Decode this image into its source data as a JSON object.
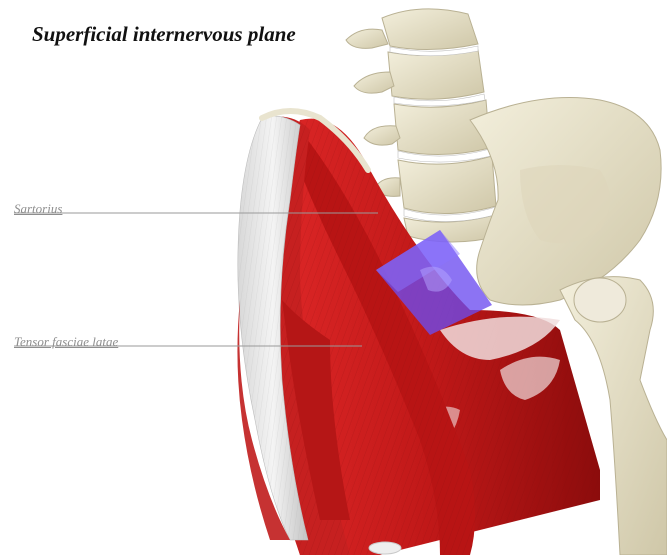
{
  "title": "Superficial internervous plane",
  "labels": {
    "sartorius": "Sartorius",
    "tensor_fasciae_latae": "Tensor fasciae latae"
  },
  "colors": {
    "bone": "#e9e4cf",
    "bone_shadow": "#c9c2a4",
    "muscle": "#c81e1e",
    "muscle_dark": "#8f1010",
    "fascia": "#e6e6e6",
    "highlight_plane": "#6b4cf0",
    "leader_line": "#9a9a9a"
  }
}
